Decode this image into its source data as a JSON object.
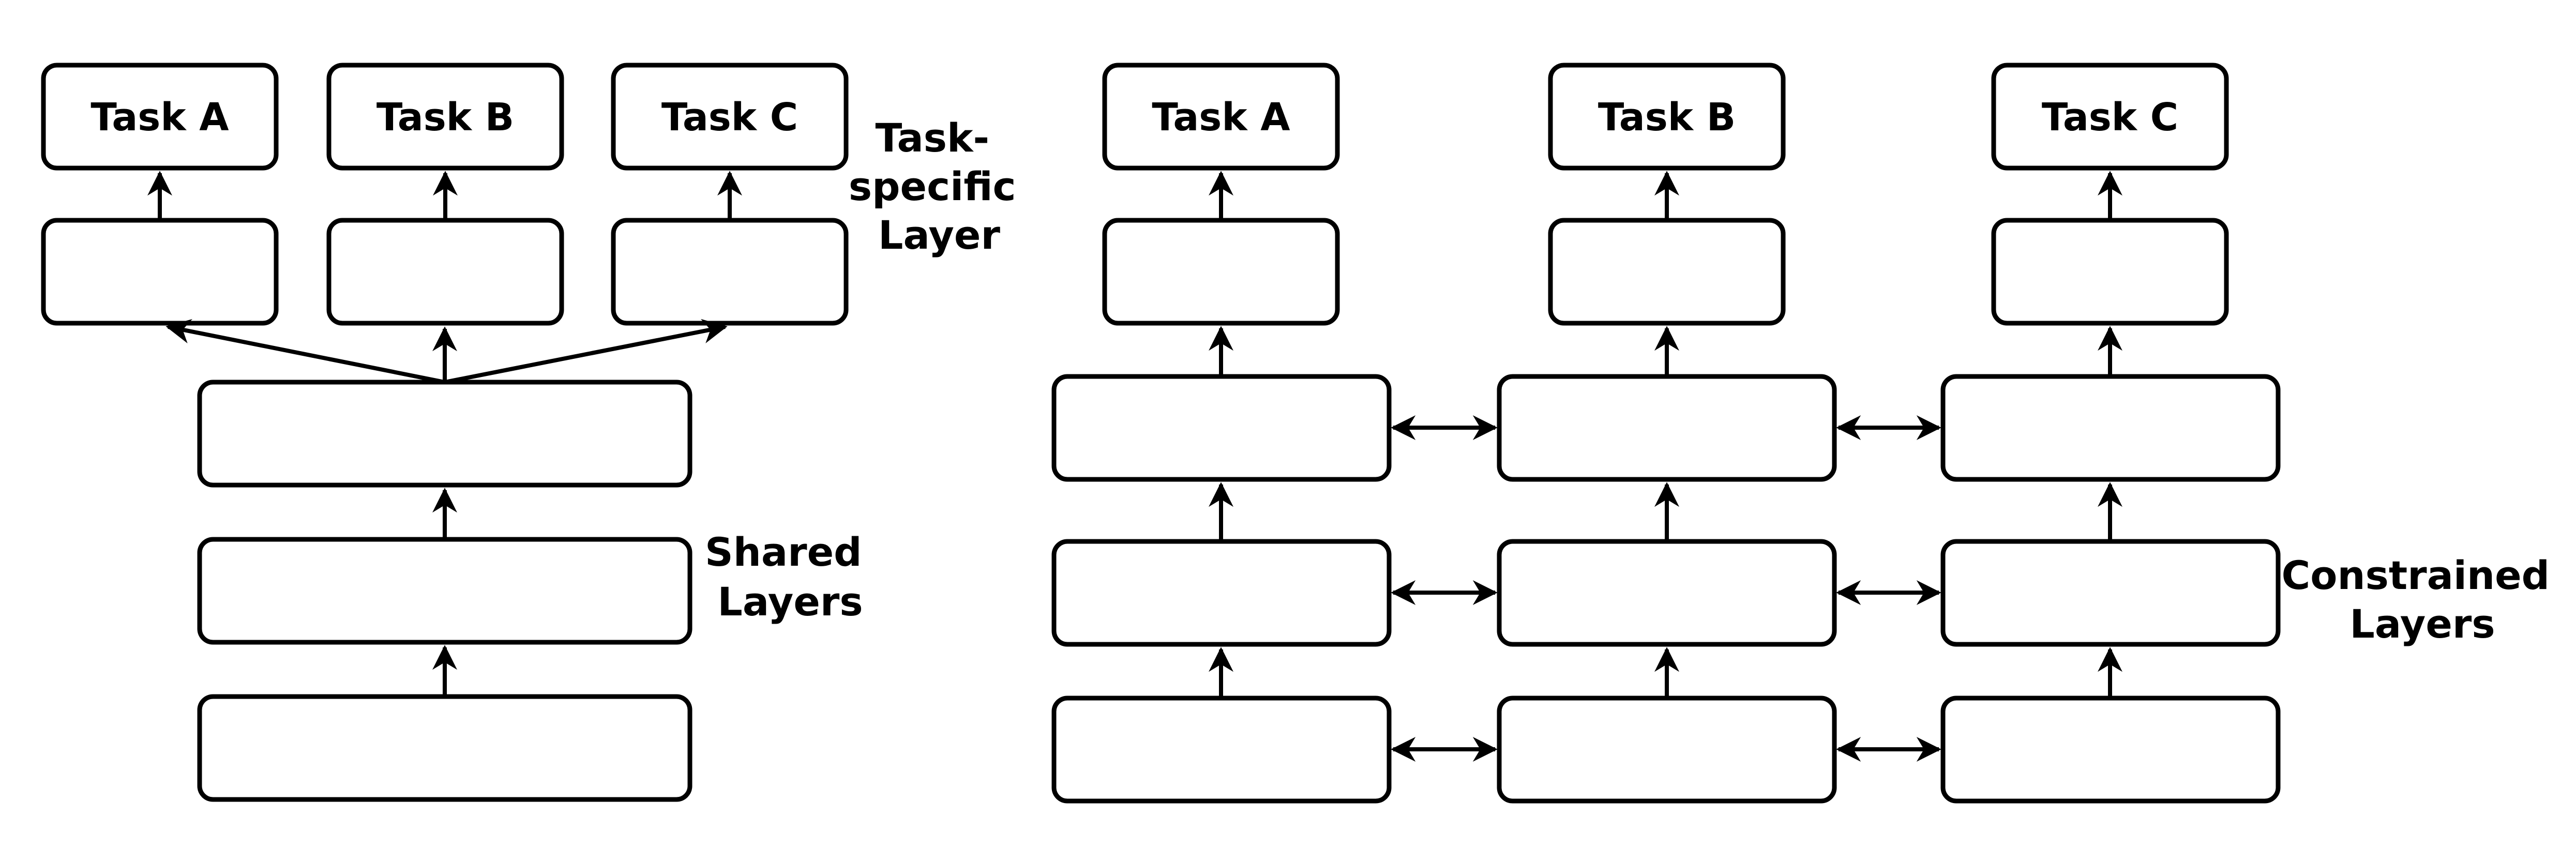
{
  "hard_sharing": {
    "tasks": [
      "Task A",
      "Task B",
      "Task C"
    ],
    "task_specific_label": [
      "Task-",
      "specific",
      "Layer"
    ],
    "shared_label": [
      "Shared",
      "Layers"
    ]
  },
  "soft_sharing": {
    "tasks": [
      "Task A",
      "Task B",
      "Task C"
    ],
    "constrained_label": [
      "Constrained",
      "Layers"
    ]
  }
}
